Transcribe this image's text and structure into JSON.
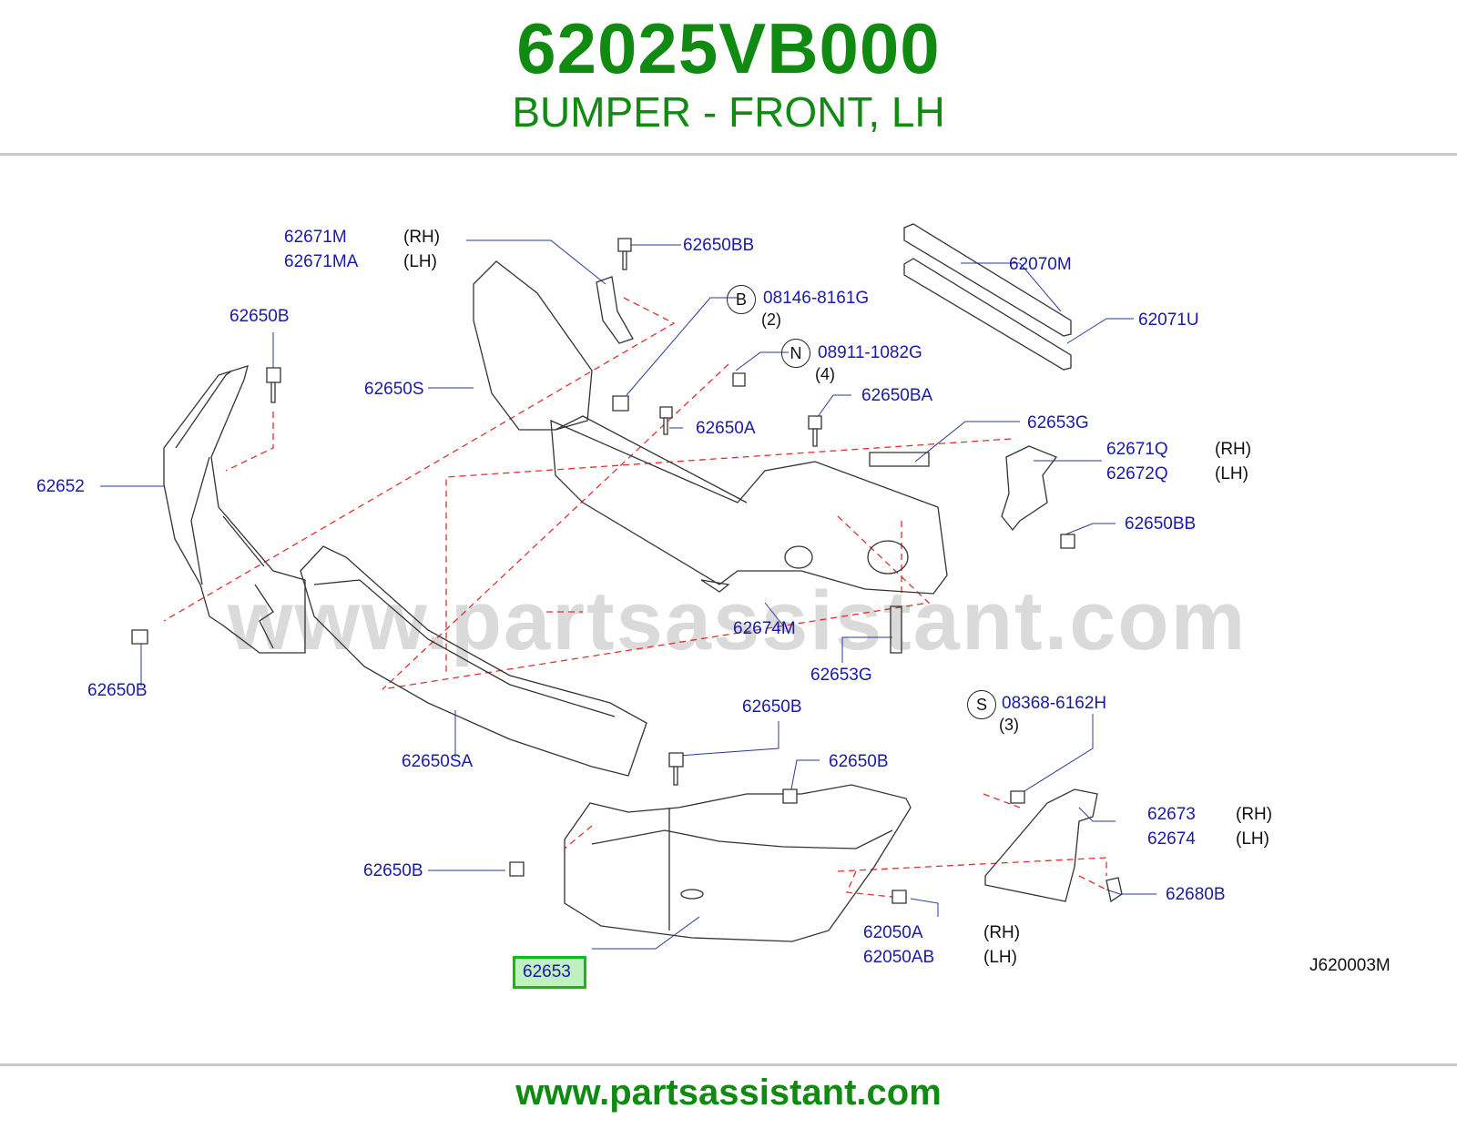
{
  "header": {
    "part_number": "62025VB000",
    "description": "BUMPER - FRONT, LH"
  },
  "footer": {
    "url": "www.partsassistant.com"
  },
  "watermark": "www.partsassistant.com",
  "diagram_ref": "J620003M",
  "highlighted_part": "62653",
  "labels": {
    "l62671M": "62671M",
    "l62671MA": "62671MA",
    "l62650BB_top": "62650BB",
    "l08146": "08146-8161G",
    "l08911": "08911-1082G",
    "l62070M": "62070M",
    "l62071U": "62071U",
    "l62650B_tl": "62650B",
    "l62650S": "62650S",
    "l62650A": "62650A",
    "l62650BA": "62650BA",
    "l62653G_top": "62653G",
    "l62671Q": "62671Q",
    "l62672Q": "62672Q",
    "l62652": "62652",
    "l62650BB_right": "62650BB",
    "l62674M": "62674M",
    "l62650B_bl": "62650B",
    "l62653G_bot": "62653G",
    "l08368": "08368-6162H",
    "l62650B_mid": "62650B",
    "l62650SA": "62650SA",
    "l62650B_mid2": "62650B",
    "l62673": "62673",
    "l62674": "62674",
    "l62650B_low": "62650B",
    "l62680B": "62680B",
    "l62050A": "62050A",
    "l62050AB": "62050AB"
  },
  "sides": {
    "rh1": "(RH)",
    "lh1": "(LH)",
    "rh2": "(RH)",
    "lh2": "(LH)",
    "rh3": "(RH)",
    "lh3": "(LH)",
    "rh4": "(RH)",
    "lh4": "(LH)"
  },
  "qty": {
    "b": "(2)",
    "n": "(4)",
    "s": "(3)"
  },
  "circle_codes": {
    "b": "B",
    "n": "N",
    "s": "S"
  },
  "colors": {
    "brand_green": "#118a11",
    "label_blue": "#1a1aa8",
    "dash_red": "#e03030",
    "highlight_border": "#11bb11"
  }
}
